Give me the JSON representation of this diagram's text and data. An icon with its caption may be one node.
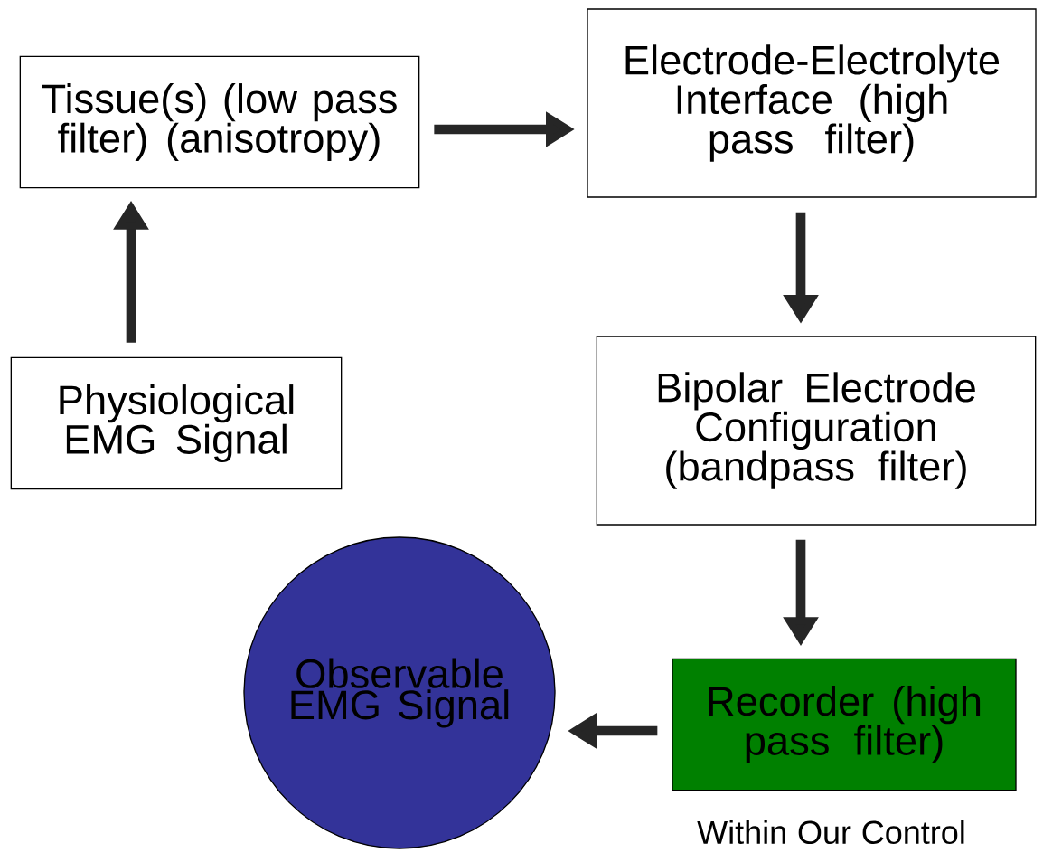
{
  "diagram": {
    "nodes": [
      {
        "text": [
          "Physiological EMG Signal"
        ]
      },
      {
        "text": [
          "Tissue(s) (low pass filter) (anisotropy)"
        ]
      },
      {
        "text": [
          "Electrode-Electrolyte Interface (high pass filter)"
        ]
      },
      {
        "text": [
          "Bipolar Electrode Configuration (bandpass filter)"
        ]
      },
      {
        "text": [
          "Recorder (high pass filter)"
        ],
        "beside": [
          "Within Our Control"
        ]
      },
      {
        "text": [
          "Observable EMG Signal"
        ]
      }
    ],
    "edges": [
      {
        "from": 0,
        "to": 1,
        "arrow": "to"
      },
      {
        "from": 1,
        "to": 2,
        "arrow": "to"
      },
      {
        "from": 2,
        "to": 3,
        "arrow": "to"
      },
      {
        "from": 3,
        "to": 4,
        "arrow": "to"
      },
      {
        "from": 4,
        "to": 5,
        "arrow": "to"
      }
    ]
  }
}
